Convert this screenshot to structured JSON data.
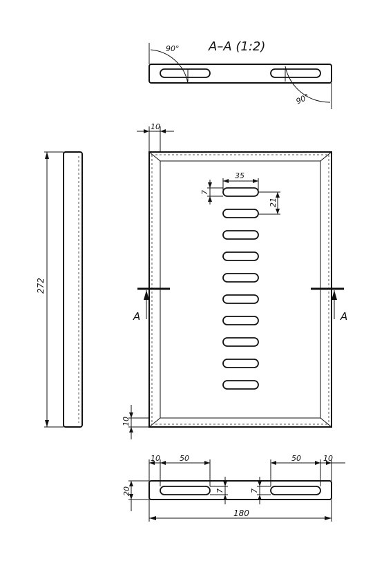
{
  "section": {
    "title": "A–A (1:2)",
    "angle_left": "90°",
    "angle_right": "90°"
  },
  "section_marks": {
    "left": "A",
    "right": "A"
  },
  "dims": {
    "height": "272",
    "top_border": "10",
    "bottom_border": "10",
    "slot_length": "35",
    "slot_width": "7",
    "slot_pitch": "21",
    "bottom_view": {
      "left_offset": "10",
      "left_len": "50",
      "right_len": "50",
      "right_offset": "10",
      "thickness": "20",
      "slot_w_left": "7",
      "slot_w_right": "7",
      "total_width": "180"
    }
  },
  "slots": [
    {
      "y": 0
    },
    {
      "y": 1
    },
    {
      "y": 2
    },
    {
      "y": 3
    },
    {
      "y": 4
    },
    {
      "y": 5
    },
    {
      "y": 6
    },
    {
      "y": 7
    },
    {
      "y": 8
    },
    {
      "y": 9
    }
  ]
}
